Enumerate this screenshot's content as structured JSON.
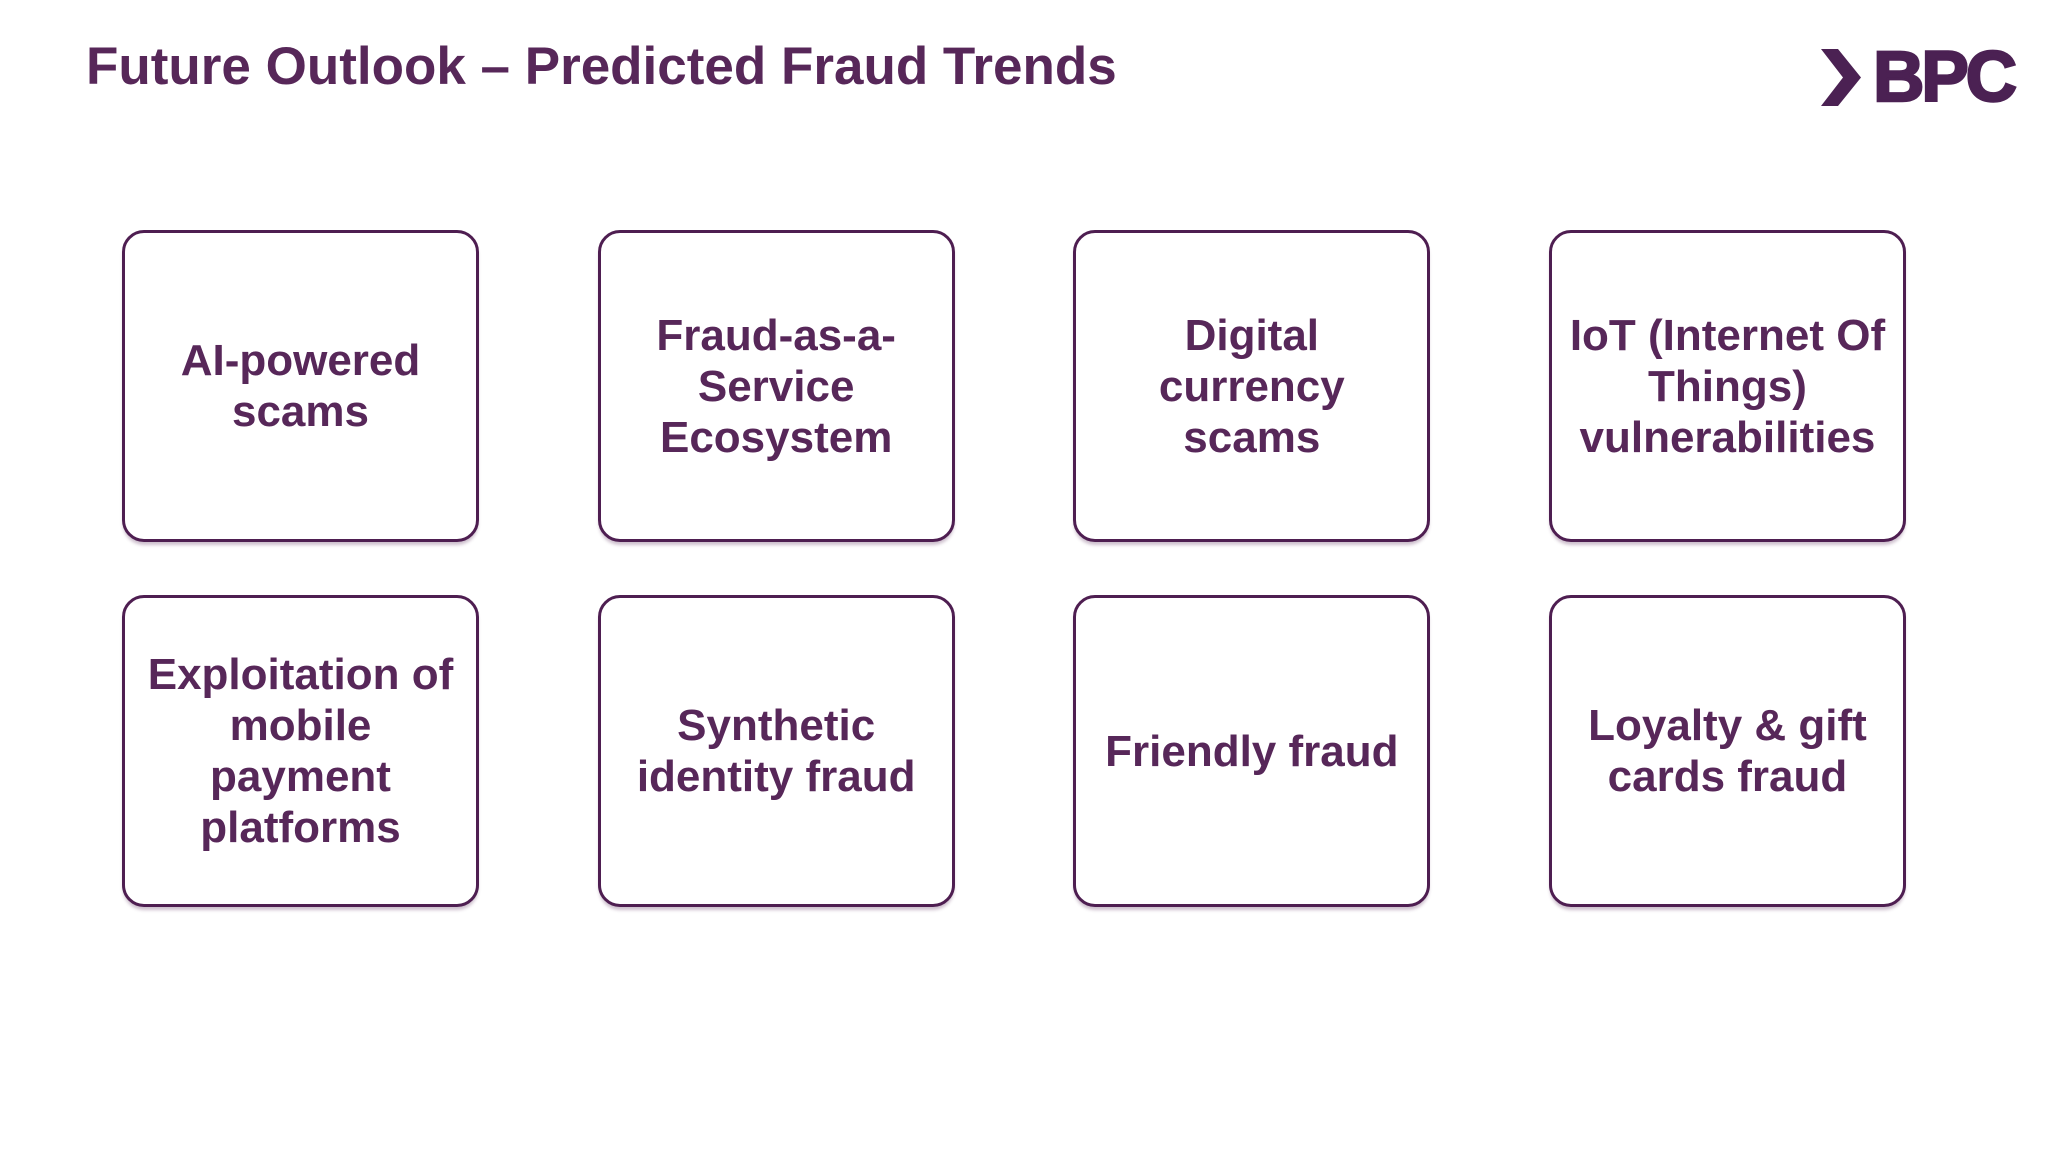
{
  "title": "Future Outlook – Predicted Fraud Trends",
  "logo": {
    "text": "BPC",
    "chevron_icon": "chevron-right-icon"
  },
  "colors": {
    "purple_text": "#572759",
    "purple_border": "#4E1E51",
    "purple_logo": "#4B2153",
    "background": "#FFFFFF"
  },
  "cards": [
    {
      "label": "AI-powered\nscams"
    },
    {
      "label": "Fraud-as-a-\nService\nEcosystem"
    },
    {
      "label": "Digital\ncurrency\nscams"
    },
    {
      "label": "IoT (Internet Of\nThings)\nvulnerabilities"
    },
    {
      "label": "Exploitation of\nmobile\npayment\nplatforms"
    },
    {
      "label": "Synthetic\nidentity fraud"
    },
    {
      "label": "Friendly fraud"
    },
    {
      "label": "Loyalty & gift\ncards fraud"
    }
  ]
}
